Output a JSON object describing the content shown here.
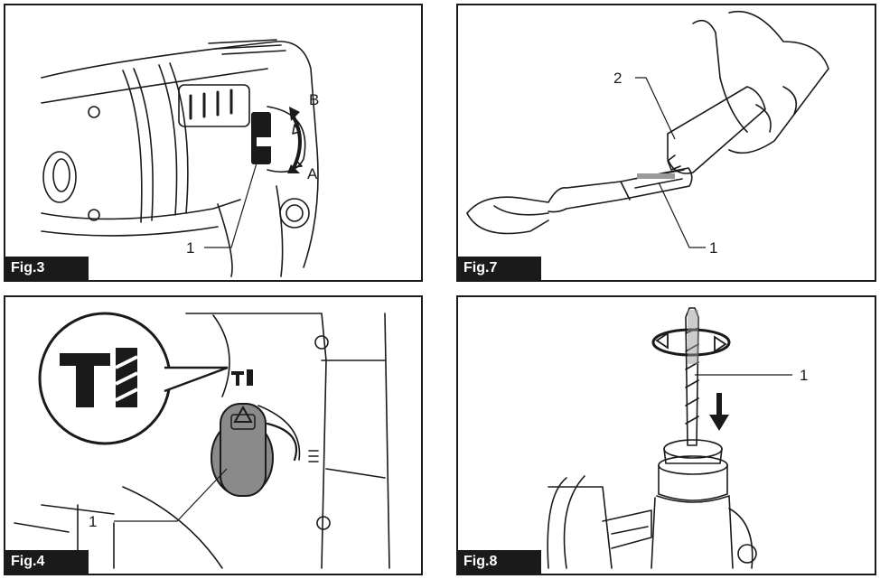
{
  "figures": [
    {
      "tag": "Fig.3",
      "labels": {
        "callout1": "1",
        "dirA": "A",
        "dirB": "B"
      }
    },
    {
      "tag": "Fig.7",
      "labels": {
        "callout1": "1",
        "callout2": "2"
      }
    },
    {
      "tag": "Fig.4",
      "labels": {
        "callout1": "1"
      }
    },
    {
      "tag": "Fig.8",
      "labels": {
        "callout1": "1"
      }
    }
  ],
  "colors": {
    "ink": "#1a1a1a",
    "tag_bg": "#1a1a1a",
    "knob_gray": "#8a8a8a",
    "bit_gray": "#9a9a9a"
  }
}
